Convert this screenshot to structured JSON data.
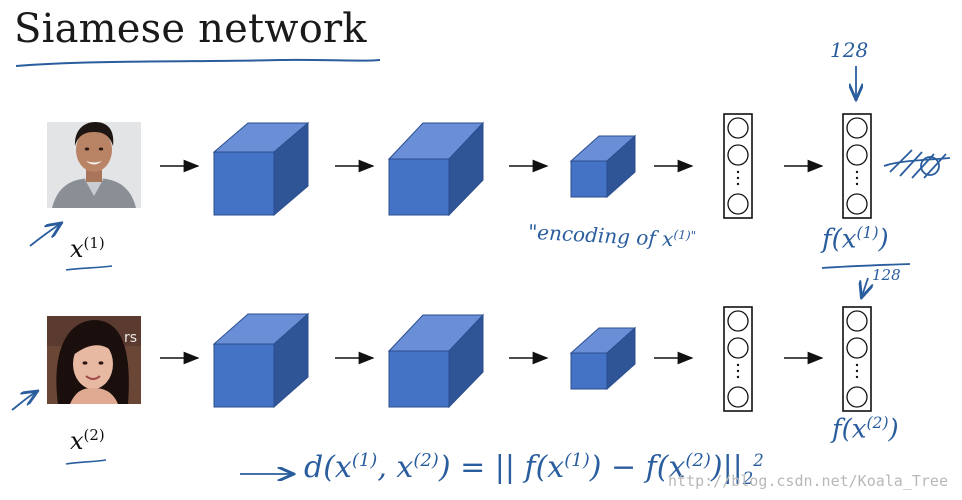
{
  "title": "Siamese network",
  "rows": [
    {
      "input_label": "x",
      "input_sup": "(1)",
      "photo": "man-face-photo",
      "encoding_note": "\"encoding of x",
      "encoding_note_sup": "(1)\"",
      "output_label": "f(x",
      "output_sup": "(1)",
      "output_tail": ")",
      "dim_label": "128"
    },
    {
      "input_label": "x",
      "input_sup": "(2)",
      "photo": "woman-face-photo",
      "output_label": "f(x",
      "output_sup": "(2)",
      "output_tail": ")",
      "dim_label": "128"
    }
  ],
  "distance_formula": {
    "lhs": "d(x",
    "sup1": "(1)",
    "mid": ", x",
    "sup2": "(2)",
    "rhs": ") = || f(x",
    "sup3": "(1)",
    "minus": ") − f(x",
    "sup4": "(2)",
    "tail": ")||",
    "sub": "2",
    "power": "2"
  },
  "watermark": "http://blog.csdn.net/Koala_Tree",
  "colors": {
    "cube_front": "#4472c4",
    "cube_top": "#6b8fd6",
    "cube_side": "#2f5597",
    "cube_edge": "#2b4f8f",
    "ink": "#2a5d9e"
  }
}
